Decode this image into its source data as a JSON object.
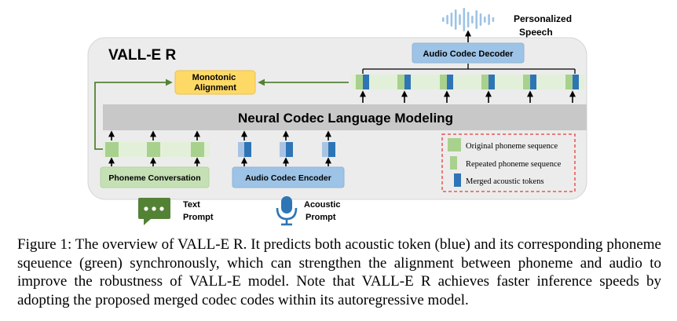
{
  "diagram": {
    "container_title": "VALL-E R",
    "main_block": "Neural Codec Language Modeling",
    "alignment_box": [
      "Monotonic",
      "Alignment"
    ],
    "decoder_box": "Audio Codec Decoder",
    "output_label": [
      "Personalized",
      "Speech"
    ],
    "phoneme_box": "Phoneme Conversation",
    "encoder_box": "Audio Codec Encoder",
    "text_prompt_label": [
      "Text",
      "Prompt"
    ],
    "acoustic_prompt_label": [
      "Acoustic",
      "Prompt"
    ],
    "legend": [
      "Original phoneme sequence",
      "Repeated phoneme sequence",
      "Merged acoustic tokens"
    ],
    "colors": {
      "container": "#ececec",
      "main_block": "#c8c8c8",
      "phoneme_green": "#a9d18e",
      "light_green": "#e2f0d9",
      "acoustic_blue": "#2e75b6",
      "box_blue": "#9dc3e6",
      "alignment_yellow": "#ffd966",
      "arrow_green": "#548235",
      "legend_border": "#e83a3a",
      "chat_icon": "#548235",
      "mic_icon": "#2e75b6"
    },
    "icons": [
      "chat-bubble-icon",
      "microphone-icon",
      "waveform-icon"
    ]
  },
  "caption": "Figure 1: The overview of VALL-E R. It predicts both acoustic token (blue) and its corresponding phoneme sqeuence (green) synchronously, which can strengthen the alignment between phoneme and audio to improve the robustness of VALL-E model. Note that VALL-E R achieves faster inference speeds by adopting the proposed merged codec codes within its autoregressive model."
}
